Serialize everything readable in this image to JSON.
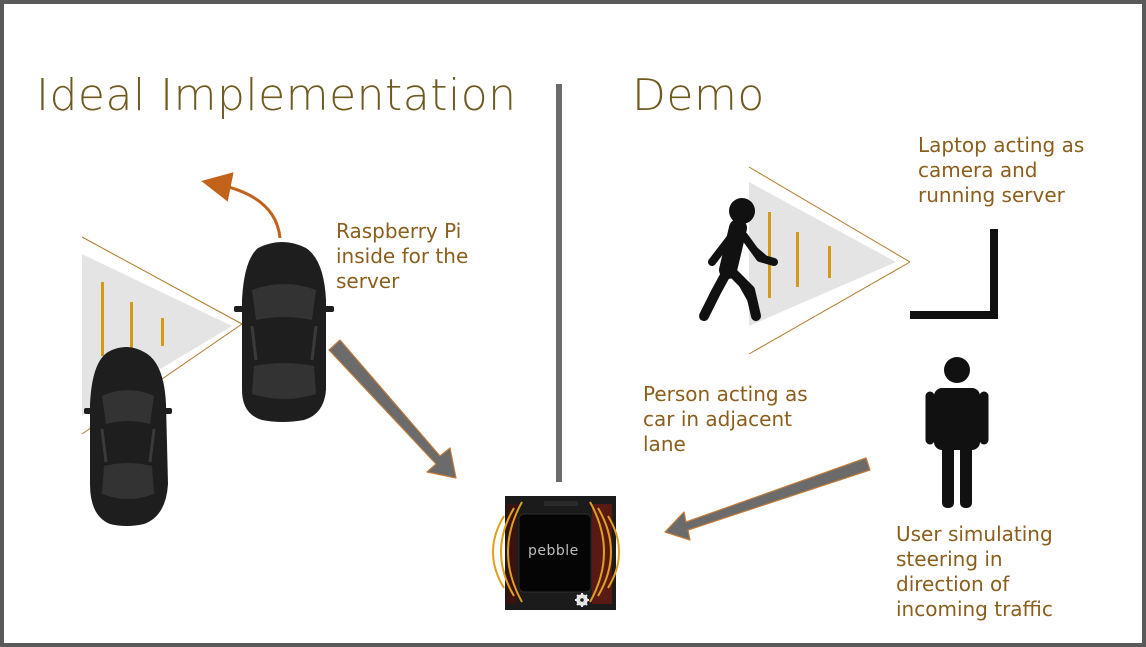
{
  "slide": {
    "left_title": "Ideal Implementation",
    "right_title": "Demo",
    "captions": {
      "raspberry_pi": "Raspberry Pi\ninside for the\nserver",
      "laptop": "Laptop acting as\ncamera and\nrunning server",
      "person_car": "Person acting as\ncar in adjacent\nlane",
      "user_steering": "User simulating\nsteering in\ndirection of\nincoming traffic"
    },
    "pebble_label": "pebble",
    "colors": {
      "title": "#6e5a1e",
      "caption": "#8b5e1c",
      "accent_orange": "#e0a020",
      "car_arrow": "#c2621b",
      "divider": "#6b6b6b",
      "arrow_fill": "#6b6b6b",
      "arrow_stroke": "#c07a3a"
    },
    "icons": [
      "car-icon",
      "walking-person-icon",
      "standing-person-icon",
      "laptop-icon",
      "pebble-watch-icon",
      "gear-icon"
    ]
  }
}
